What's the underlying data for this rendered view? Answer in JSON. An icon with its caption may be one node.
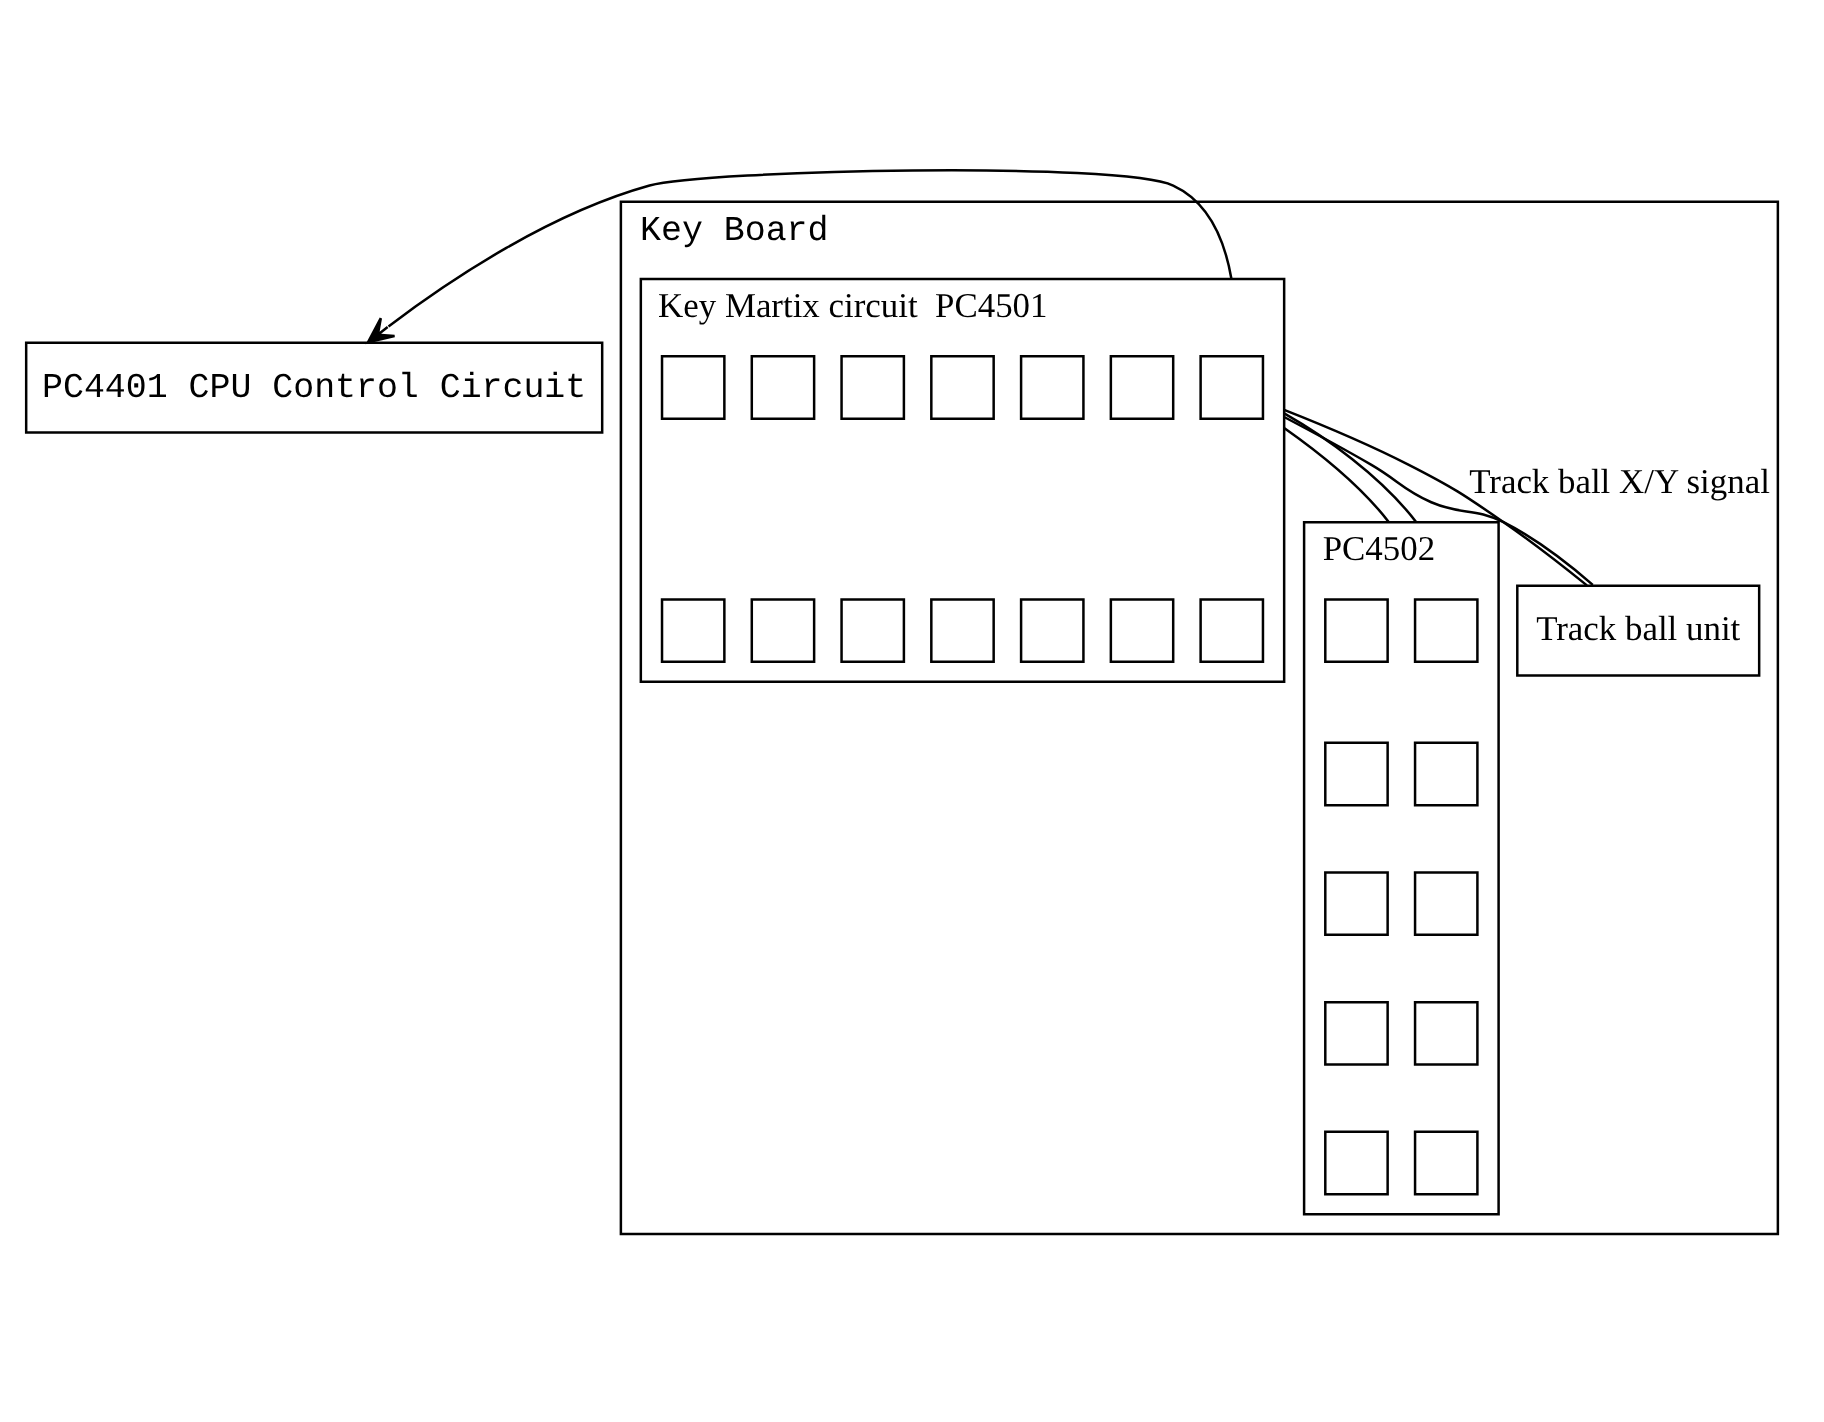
{
  "diagram": {
    "nodes": [
      {
        "text": [
          "PC4401 CPU Control Circuit"
        ]
      },
      {
        "text": [
          "Key Board"
        ]
      },
      {
        "text": [
          "Key Martix circuit  PC4501"
        ],
        "in": 1
      },
      {
        "text": [],
        "shape": "box",
        "in": 2
      },
      {
        "text": [],
        "shape": "box",
        "in": 2
      },
      {
        "text": [],
        "shape": "box",
        "in": 2
      },
      {
        "text": [],
        "shape": "box",
        "in": 2
      },
      {
        "text": [],
        "shape": "box",
        "in": 2
      },
      {
        "text": [],
        "shape": "box",
        "in": 2
      },
      {
        "text": [],
        "shape": "box",
        "in": 2
      },
      {
        "text": [],
        "shape": "box",
        "in": 2
      },
      {
        "text": [],
        "shape": "box",
        "in": 2
      },
      {
        "text": [],
        "shape": "box",
        "in": 2
      },
      {
        "text": [],
        "shape": "box",
        "in": 2
      },
      {
        "text": [],
        "shape": "box",
        "in": 2
      },
      {
        "text": [],
        "shape": "box",
        "in": 2
      },
      {
        "text": [],
        "shape": "box",
        "in": 2
      },
      {
        "text": [
          "PC4502"
        ],
        "in": 1
      },
      {
        "text": [],
        "shape": "box",
        "in": 17
      },
      {
        "text": [],
        "shape": "box",
        "in": 17
      },
      {
        "text": [],
        "shape": "box",
        "in": 17
      },
      {
        "text": [],
        "shape": "box",
        "in": 17
      },
      {
        "text": [],
        "shape": "box",
        "in": 17
      },
      {
        "text": [],
        "shape": "box",
        "in": 17
      },
      {
        "text": [],
        "shape": "box",
        "in": 17
      },
      {
        "text": [],
        "shape": "box",
        "in": 17
      },
      {
        "text": [],
        "shape": "box",
        "in": 17
      },
      {
        "text": [],
        "shape": "box",
        "in": 17
      },
      {
        "text": [
          "Track ball unit"
        ],
        "in": 1
      }
    ],
    "edges": [
      {
        "from": 2,
        "to": 0,
        "arrow": "to"
      },
      {
        "from": 2,
        "to": 17,
        "arrow": "none"
      },
      {
        "from": 2,
        "to": 17,
        "arrow": "none"
      },
      {
        "from": 2,
        "to": 28,
        "arrow": "none"
      },
      {
        "from": 2,
        "to": 28,
        "arrow": "none",
        "label": "Track ball X/Y signal"
      }
    ]
  }
}
